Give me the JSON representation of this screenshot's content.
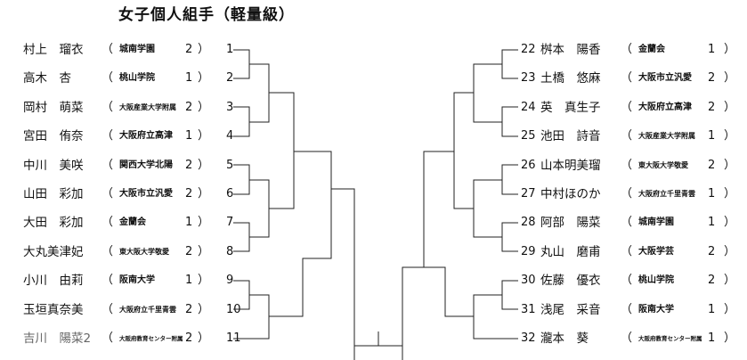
{
  "title": "女子個人組手（軽量級）",
  "left_entries": [
    {
      "name": "村上　瑠衣",
      "school": "城南学園",
      "grade": "2",
      "num": "1"
    },
    {
      "name": "高木　杏",
      "school": "桃山学院",
      "grade": "1",
      "num": "2"
    },
    {
      "name": "岡村　萌菜",
      "school": "大阪産業大学附属",
      "grade": "2",
      "num": "3"
    },
    {
      "name": "宮田　侑奈",
      "school": "大阪府立高津",
      "grade": "1",
      "num": "4"
    },
    {
      "name": "中川　美咲",
      "school": "関西大学北陽",
      "grade": "2",
      "num": "5"
    },
    {
      "name": "山田　彩加",
      "school": "大阪市立汎愛",
      "grade": "2",
      "num": "6"
    },
    {
      "name": "大田　彩加",
      "school": "金蘭会",
      "grade": "1",
      "num": "7"
    },
    {
      "name": "大丸美津妃",
      "school": "東大阪大学敬愛",
      "grade": "2",
      "num": "8"
    },
    {
      "name": "小川　由莉",
      "school": "阪南大学",
      "grade": "1",
      "num": "9"
    },
    {
      "name": "玉垣真奈美",
      "school": "大阪府立千里青雲",
      "grade": "2",
      "num": "10"
    },
    {
      "name": "吉川　陽菜2",
      "school": "大阪府教育センター附属",
      "grade": "2",
      "num": "11"
    }
  ],
  "right_entries": [
    {
      "num": "22",
      "name": "桝本　陽香",
      "school": "金蘭会",
      "grade": "1"
    },
    {
      "num": "23",
      "name": "土橋　悠麻",
      "school": "大阪市立汎愛",
      "grade": "2"
    },
    {
      "num": "24",
      "name": "英　真生子",
      "school": "大阪府立高津",
      "grade": "2"
    },
    {
      "num": "25",
      "name": "池田　詩音",
      "school": "大阪産業大学附属",
      "grade": "1"
    },
    {
      "num": "26",
      "name": "山本明美瑠",
      "school": "東大阪大学敬愛",
      "grade": "2"
    },
    {
      "num": "27",
      "name": "中村ほのか",
      "school": "大阪府立千里青雲",
      "grade": "1"
    },
    {
      "num": "28",
      "name": "阿部　陽菜",
      "school": "城南学園",
      "grade": "1"
    },
    {
      "num": "29",
      "name": "丸山　磨甫",
      "school": "大阪学芸",
      "grade": "2"
    },
    {
      "num": "30",
      "name": "佐藤　優衣",
      "school": "桃山学院",
      "grade": "2"
    },
    {
      "num": "31",
      "name": "浅尾　采音",
      "school": "阪南大学",
      "grade": "1"
    },
    {
      "num": "32",
      "name": "瀧本　葵",
      "school": "大阪府教育センター附属",
      "grade": "1"
    }
  ]
}
